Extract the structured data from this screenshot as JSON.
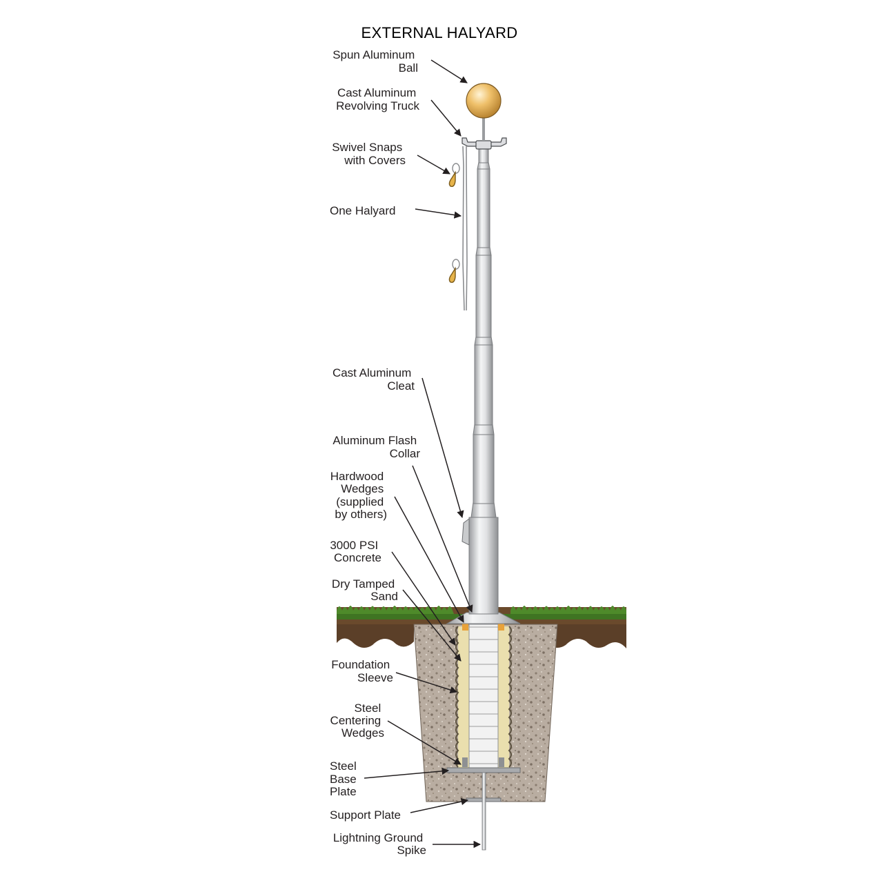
{
  "title": "EXTERNAL HALYARD",
  "labels": [
    {
      "id": "ball",
      "lines": [
        "Spun Aluminum",
        "Ball"
      ]
    },
    {
      "id": "truck",
      "lines": [
        "Cast Aluminum",
        "Revolving Truck"
      ]
    },
    {
      "id": "snaps",
      "lines": [
        "Swivel Snaps",
        "with Covers"
      ]
    },
    {
      "id": "halyard",
      "lines": [
        "One Halyard"
      ]
    },
    {
      "id": "cleat",
      "lines": [
        "Cast Aluminum",
        "Cleat"
      ]
    },
    {
      "id": "flash_collar",
      "lines": [
        "Aluminum Flash",
        "Collar"
      ]
    },
    {
      "id": "wedges",
      "lines": [
        "Hardwood",
        "Wedges",
        "(supplied",
        "by others)"
      ]
    },
    {
      "id": "concrete",
      "lines": [
        "3000 PSI",
        "Concrete"
      ]
    },
    {
      "id": "sand",
      "lines": [
        "Dry Tamped",
        "Sand"
      ]
    },
    {
      "id": "sleeve",
      "lines": [
        "Foundation",
        "Sleeve"
      ]
    },
    {
      "id": "centering",
      "lines": [
        "Steel",
        "Centering",
        "Wedges"
      ]
    },
    {
      "id": "base_plate",
      "lines": [
        "Steel",
        "Base",
        "Plate"
      ]
    },
    {
      "id": "support_plate",
      "lines": [
        "Support Plate"
      ]
    },
    {
      "id": "spike",
      "lines": [
        "Lightning Ground",
        "Spike"
      ]
    }
  ],
  "colors": {
    "ball": "#e8b45a",
    "pole": "#e4e5e7",
    "grass": "#4e8a2a",
    "soil": "#6b4a2e",
    "concrete": "#b8aca0",
    "sand": "#eadfae",
    "leader": "#231f20"
  }
}
